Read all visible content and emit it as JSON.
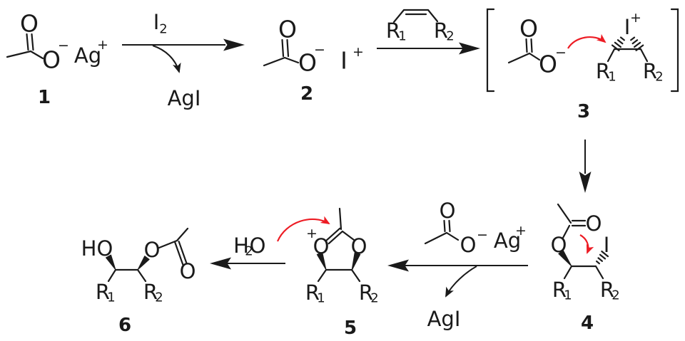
{
  "colors": {
    "bond": "#1a1a1a",
    "mechanism_arrow_red": "#ed1c24",
    "background": "#ffffff"
  },
  "structures": {
    "s1": {
      "number": "1",
      "carbonyl_o": "O",
      "ester_o": "O",
      "minus": "−",
      "silver": "Ag",
      "plus": "+"
    },
    "s2": {
      "number": "2",
      "carbonyl_o": "O",
      "ester_o": "O",
      "minus": "−",
      "iodine": "I",
      "plus": "+"
    },
    "s3": {
      "number": "3",
      "carbonyl_o": "O",
      "ester_o": "O",
      "minus": "−",
      "iodine": "I",
      "plus": "+",
      "r1": "R",
      "r1_sub": "1",
      "r2": "R",
      "r2_sub": "2"
    },
    "s4": {
      "number": "4",
      "carbonyl_o": "O",
      "ester_o": "O",
      "iodine": "I",
      "r1": "R",
      "r1_sub": "1",
      "r2": "R",
      "r2_sub": "2"
    },
    "s5": {
      "number": "5",
      "left_o": "O",
      "right_o": "O",
      "plus": "+",
      "r1": "R",
      "r1_sub": "1",
      "r2": "R",
      "r2_sub": "2"
    },
    "s6": {
      "number": "6",
      "hydroxyl": "HO",
      "ester_o": "O",
      "carbonyl_o": "O",
      "r1": "R",
      "r1_sub": "1",
      "r2": "R",
      "r2_sub": "2"
    }
  },
  "reagents": {
    "i2": {
      "symbol": "I",
      "sub": "2"
    },
    "agi_byproduct_1": "AgI",
    "alkene": {
      "r1": "R",
      "r1_sub": "1",
      "r2": "R",
      "r2_sub": "2"
    },
    "silver_acetate": {
      "carbonyl_o": "O",
      "ester_o": "O",
      "minus": "−",
      "silver": "Ag",
      "plus": "+"
    },
    "agi_byproduct_2": "AgI",
    "h2o": {
      "h": "H",
      "sub": "2",
      "o": "O"
    }
  }
}
